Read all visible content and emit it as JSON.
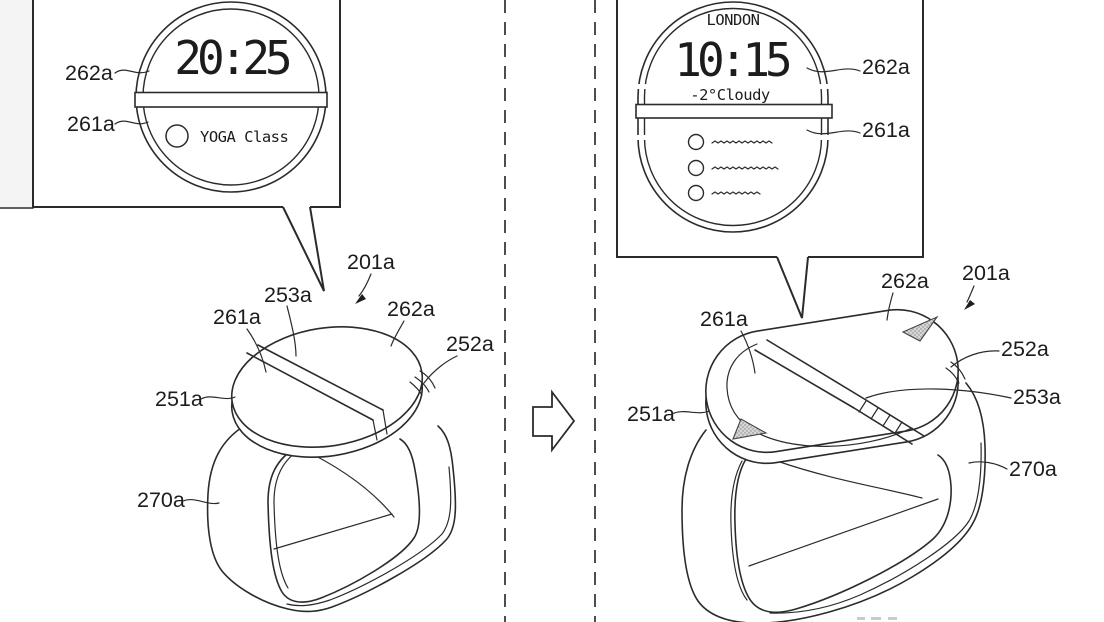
{
  "figure_type": "patent-style line drawing, wearable device before/after expansion",
  "colors": {
    "line": "#2b2b2b",
    "background": "#ffffff",
    "panel_tint": "#f4f4f4",
    "shade_fill": "#d4d4d4"
  },
  "left": {
    "callout": {
      "time": "20:25",
      "event": "YOGA Class",
      "label_upper": "262a",
      "label_lower": "261a"
    },
    "watch": {
      "device": "201a",
      "divider": "253a",
      "screen_left": "261a",
      "screen_right": "262a",
      "hinge": "252a",
      "bezel": "251a",
      "strap": "270a"
    }
  },
  "right": {
    "callout": {
      "city": "LONDON",
      "time": "10:15",
      "weather": "-2°Cloudy",
      "label_upper": "262a",
      "label_lower": "261a",
      "list_item_count": 3
    },
    "watch": {
      "device": "201a",
      "divider": "253a",
      "screen_left": "261a",
      "screen_right": "262a",
      "hinge": "252a",
      "bezel": "251a",
      "strap": "270a"
    }
  }
}
